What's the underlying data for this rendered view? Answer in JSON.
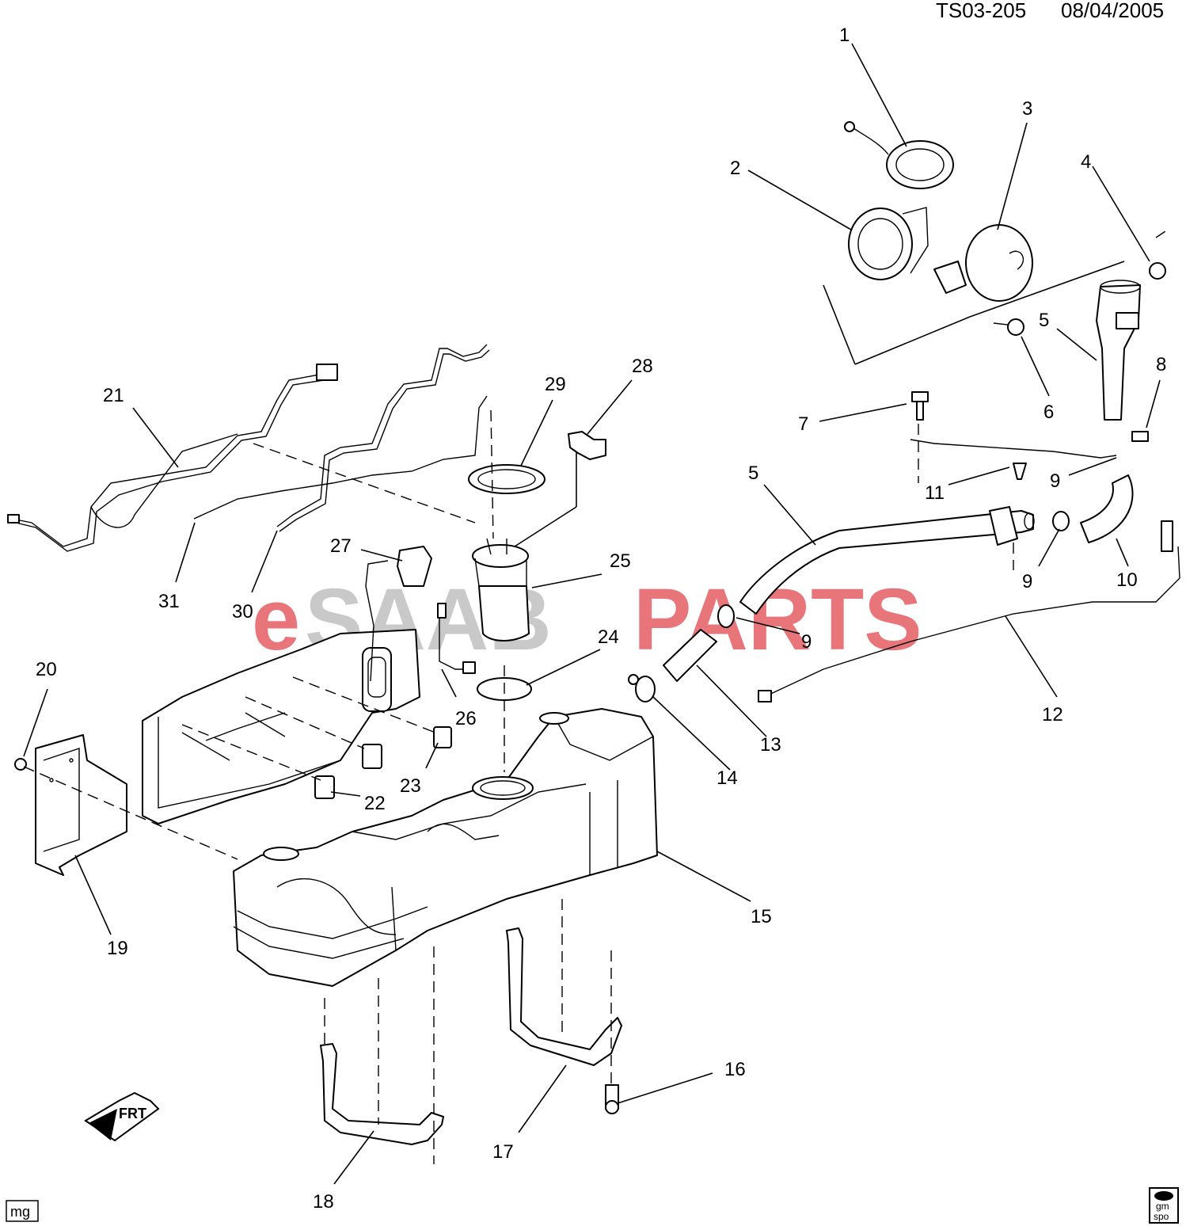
{
  "header": {
    "diagram_id": "TS03-205",
    "date": "08/04/2005"
  },
  "watermark": {
    "prefix": "e",
    "middle": "SAAB",
    "suffix": "PARTS",
    "color_red": "#e1474d",
    "color_gray": "#b8b8b8"
  },
  "footer": {
    "code": "mg",
    "logo_line1": "gm",
    "logo_line2": "spo"
  },
  "orientation_icon": {
    "label": "FRT"
  },
  "callouts": [
    {
      "id": "c1",
      "label": "1"
    },
    {
      "id": "c2",
      "label": "2"
    },
    {
      "id": "c3",
      "label": "3"
    },
    {
      "id": "c4",
      "label": "4"
    },
    {
      "id": "c5a",
      "label": "5"
    },
    {
      "id": "c5b",
      "label": "5"
    },
    {
      "id": "c6",
      "label": "6"
    },
    {
      "id": "c7",
      "label": "7"
    },
    {
      "id": "c8",
      "label": "8"
    },
    {
      "id": "c9a",
      "label": "9"
    },
    {
      "id": "c9b",
      "label": "9"
    },
    {
      "id": "c9c",
      "label": "9"
    },
    {
      "id": "c10",
      "label": "10"
    },
    {
      "id": "c11",
      "label": "11"
    },
    {
      "id": "c12",
      "label": "12"
    },
    {
      "id": "c13",
      "label": "13"
    },
    {
      "id": "c14",
      "label": "14"
    },
    {
      "id": "c15",
      "label": "15"
    },
    {
      "id": "c16",
      "label": "16"
    },
    {
      "id": "c17",
      "label": "17"
    },
    {
      "id": "c18",
      "label": "18"
    },
    {
      "id": "c19",
      "label": "19"
    },
    {
      "id": "c20",
      "label": "20"
    },
    {
      "id": "c21",
      "label": "21"
    },
    {
      "id": "c22",
      "label": "22"
    },
    {
      "id": "c23",
      "label": "23"
    },
    {
      "id": "c24",
      "label": "24"
    },
    {
      "id": "c25",
      "label": "25"
    },
    {
      "id": "c26",
      "label": "26"
    },
    {
      "id": "c27",
      "label": "27"
    },
    {
      "id": "c28",
      "label": "28"
    },
    {
      "id": "c29",
      "label": "29"
    },
    {
      "id": "c30",
      "label": "30"
    },
    {
      "id": "c31",
      "label": "31"
    }
  ]
}
